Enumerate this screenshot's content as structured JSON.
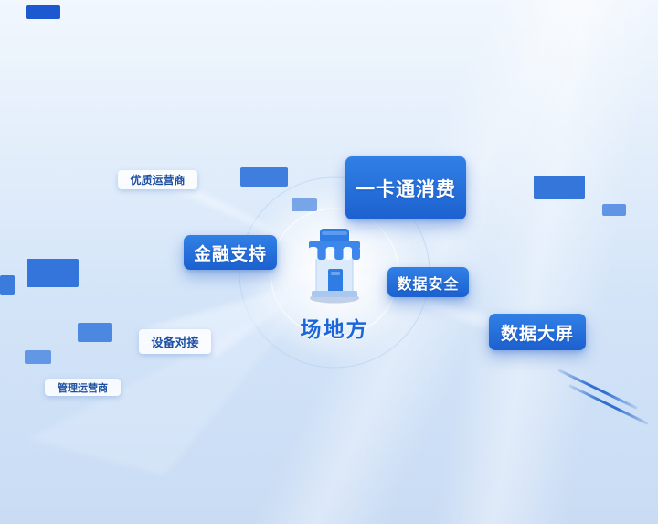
{
  "center": {
    "label": "场地方",
    "icon": "storefront-icon"
  },
  "nodes": [
    {
      "id": "premium-operator",
      "label": "优质运营商",
      "style": "light"
    },
    {
      "id": "card-consume",
      "label": "一卡通消费",
      "style": "primary"
    },
    {
      "id": "finance-support",
      "label": "金融支持",
      "style": "primary"
    },
    {
      "id": "data-security",
      "label": "数据安全",
      "style": "primary"
    },
    {
      "id": "data-screen",
      "label": "数据大屏",
      "style": "primary"
    },
    {
      "id": "device-connect",
      "label": "设备对接",
      "style": "light"
    },
    {
      "id": "manage-operator",
      "label": "管理运营商",
      "style": "light"
    }
  ],
  "colors": {
    "primary_box": "#1e6ad8",
    "light_label_text": "#1d4fa0",
    "center_text": "#1b66d9",
    "background_top": "#f1f7fd",
    "background_bottom": "#c9dcf4"
  }
}
